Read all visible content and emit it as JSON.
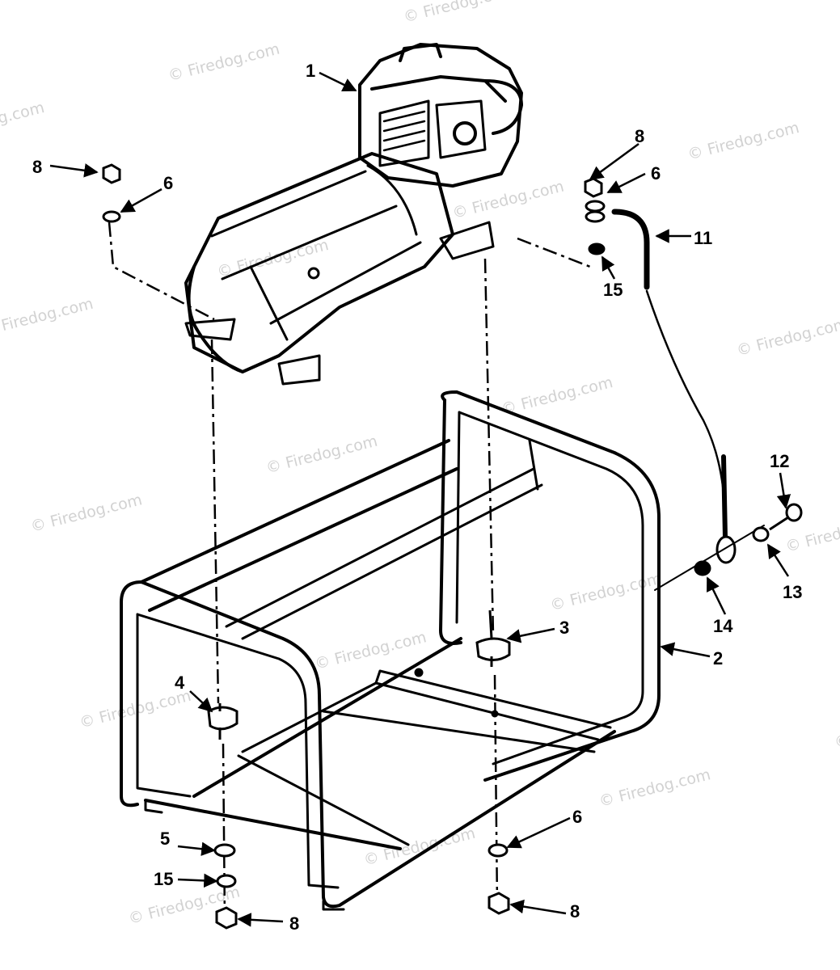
{
  "watermark": {
    "text": "© Firedog.com",
    "color": "#d2d2d2"
  },
  "callouts": [
    {
      "id": "c1",
      "text": "1"
    },
    {
      "id": "c2",
      "text": "2"
    },
    {
      "id": "c3",
      "text": "3"
    },
    {
      "id": "c4",
      "text": "4"
    },
    {
      "id": "c5",
      "text": "5"
    },
    {
      "id": "c6a",
      "text": "6"
    },
    {
      "id": "c6b",
      "text": "6"
    },
    {
      "id": "c6c",
      "text": "6"
    },
    {
      "id": "c8a",
      "text": "8"
    },
    {
      "id": "c8b",
      "text": "8"
    },
    {
      "id": "c8c",
      "text": "8"
    },
    {
      "id": "c8d",
      "text": "8"
    },
    {
      "id": "c11",
      "text": "11"
    },
    {
      "id": "c12",
      "text": "12"
    },
    {
      "id": "c13",
      "text": "13"
    },
    {
      "id": "c14",
      "text": "14"
    },
    {
      "id": "c15a",
      "text": "15"
    },
    {
      "id": "c15b",
      "text": "15"
    }
  ],
  "parts": [
    "generator-engine-assembly",
    "tube-frame",
    "mount-stud-rear",
    "mount-stud-front",
    "ground-wire",
    "ground-screw",
    "lock-washers",
    "flat-washers",
    "nuts"
  ]
}
